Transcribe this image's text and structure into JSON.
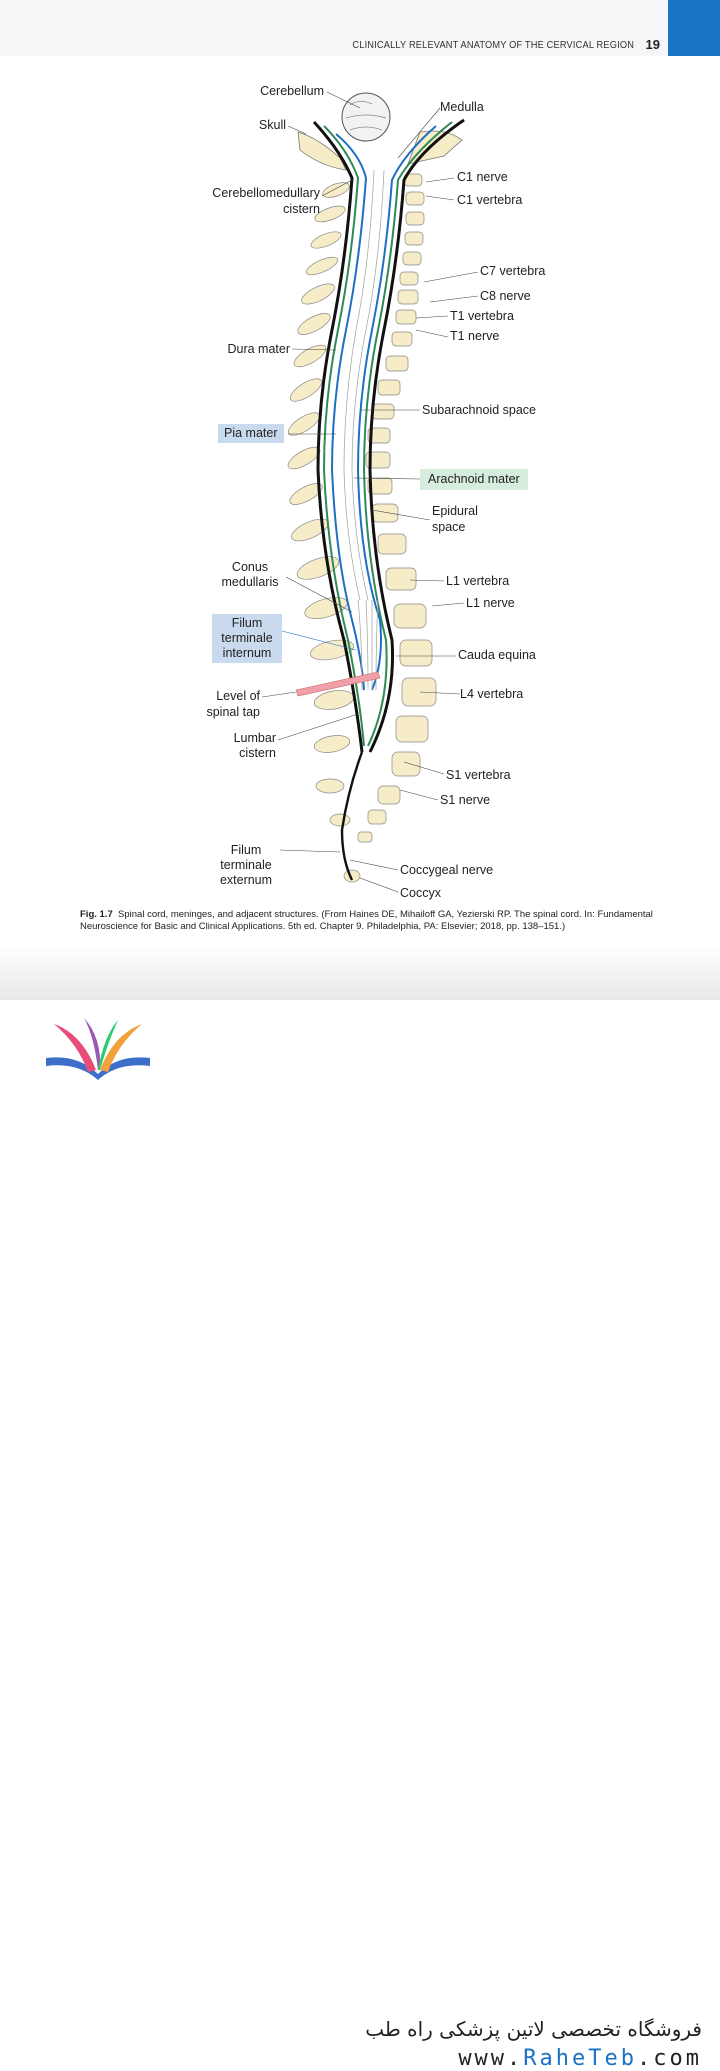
{
  "header": {
    "running_head": "CLINICALLY RELEVANT ANATOMY OF THE CERVICAL REGION",
    "page_number": "19"
  },
  "labels": {
    "cerebellum": "Cerebellum",
    "skull": "Skull",
    "medulla": "Medulla",
    "cerebellomedullary_1": "Cerebellomedullary",
    "cerebellomedullary_2": "cistern",
    "c1_nerve": "C1 nerve",
    "c1_vertebra": "C1 vertebra",
    "c7_vertebra": "C7 vertebra",
    "c8_nerve": "C8 nerve",
    "t1_vertebra": "T1 vertebra",
    "t1_nerve": "T1 nerve",
    "dura_mater": "Dura mater",
    "subarachnoid_space": "Subarachnoid space",
    "pia_mater": "Pia mater",
    "arachnoid_mater": "Arachnoid mater",
    "epidural_1": "Epidural",
    "epidural_2": "space",
    "conus_1": "Conus",
    "conus_2": "medullaris",
    "l1_vertebra": "L1 vertebra",
    "l1_nerve": "L1 nerve",
    "filum_int_1": "Filum",
    "filum_int_2": "terminale",
    "filum_int_3": "internum",
    "cauda_equina": "Cauda equina",
    "spinal_tap_1": "Level of",
    "spinal_tap_2": "spinal tap",
    "l4_vertebra": "L4 vertebra",
    "lumbar_1": "Lumbar",
    "lumbar_2": "cistern",
    "s1_vertebra": "S1 vertebra",
    "s1_nerve": "S1 nerve",
    "filum_ext_1": "Filum",
    "filum_ext_2": "terminale",
    "filum_ext_3": "externum",
    "coccygeal_nerve": "Coccygeal nerve",
    "coccyx": "Coccyx"
  },
  "caption": {
    "fig": "Fig. 1.7",
    "text": "Spinal cord, meninges, and adjacent structures. (From Haines DE, Mihailoff GA, Yezierski RP. The spinal cord. In: Fundamental Neuroscience for Basic and Clinical Applications. 5th ed. Chapter 9. Philadelphia, PA: Elsevier; 2018, pp. 138–151.)"
  },
  "footer": {
    "store_name": "فروشگاه تخصصی لاتین پزشکی  راه طب",
    "url_prefix": "www.",
    "url_brand": "RaheTeb",
    "url_suffix": ".com"
  },
  "colors": {
    "pia_blue": "#1f6fc4",
    "arachnoid_green": "#2e8b57",
    "dura_black": "#111111",
    "bone": "#f6ecc8",
    "spinal_tap_pink": "#f0a0a8",
    "accent_blue": "#1a73c4"
  }
}
